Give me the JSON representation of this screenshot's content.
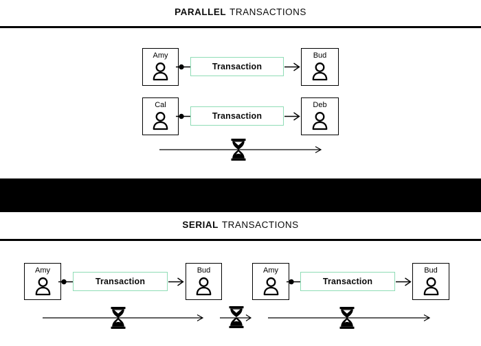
{
  "colors": {
    "transaction_box_border": "#8edcb5",
    "line_color": "#000000",
    "divider_band": "#000000"
  },
  "parallel": {
    "title_bold": "PARALLEL",
    "title_rest": "TRANSACTIONS",
    "rows": [
      {
        "from": "Amy",
        "label": "Transaction",
        "to": "Bud"
      },
      {
        "from": "Cal",
        "label": "Transaction",
        "to": "Deb"
      }
    ]
  },
  "serial": {
    "title_bold": "SERIAL",
    "title_rest": "TRANSACTIONS",
    "steps": [
      {
        "from": "Amy",
        "label": "Transaction",
        "to": "Bud"
      },
      {
        "from": "Amy",
        "label": "Transaction",
        "to": "Bud"
      }
    ]
  }
}
